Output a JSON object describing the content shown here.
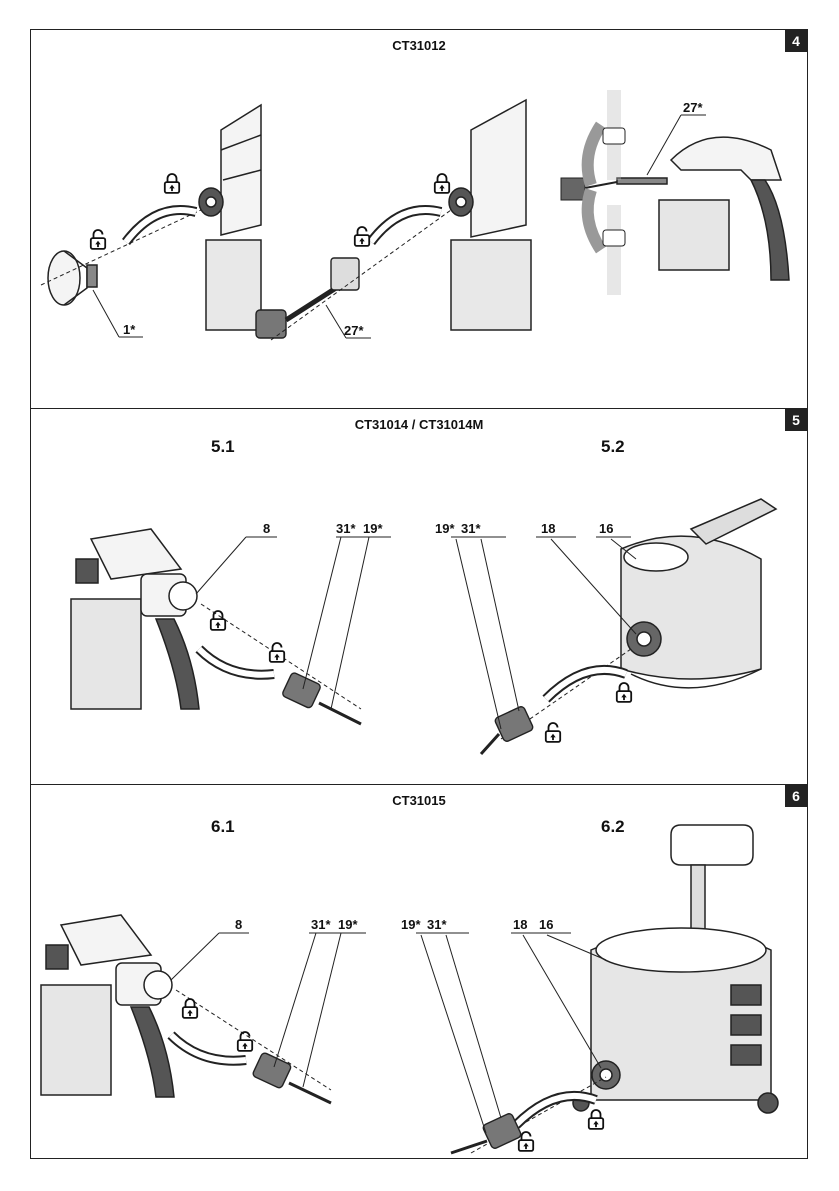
{
  "panel4": {
    "model": "CT31012",
    "number": "4",
    "labels": {
      "nozzle": "1*",
      "adapter": "27*",
      "adapter_right": "27*"
    }
  },
  "panel5": {
    "model": "CT31014 / CT31014M",
    "number": "5",
    "sub_left": "5.1",
    "sub_right": "5.2",
    "labels": {
      "left_8": "8",
      "left_31": "31*",
      "left_19": "19*",
      "right_19": "19*",
      "right_31": "31*",
      "right_18": "18",
      "right_16": "16"
    }
  },
  "panel6": {
    "model": "CT31015",
    "number": "6",
    "sub_left": "6.1",
    "sub_right": "6.2",
    "labels": {
      "left_8": "8",
      "left_31": "31*",
      "left_19": "19*",
      "right_19": "19*",
      "right_31": "31*",
      "right_18": "18",
      "right_16": "16"
    }
  }
}
